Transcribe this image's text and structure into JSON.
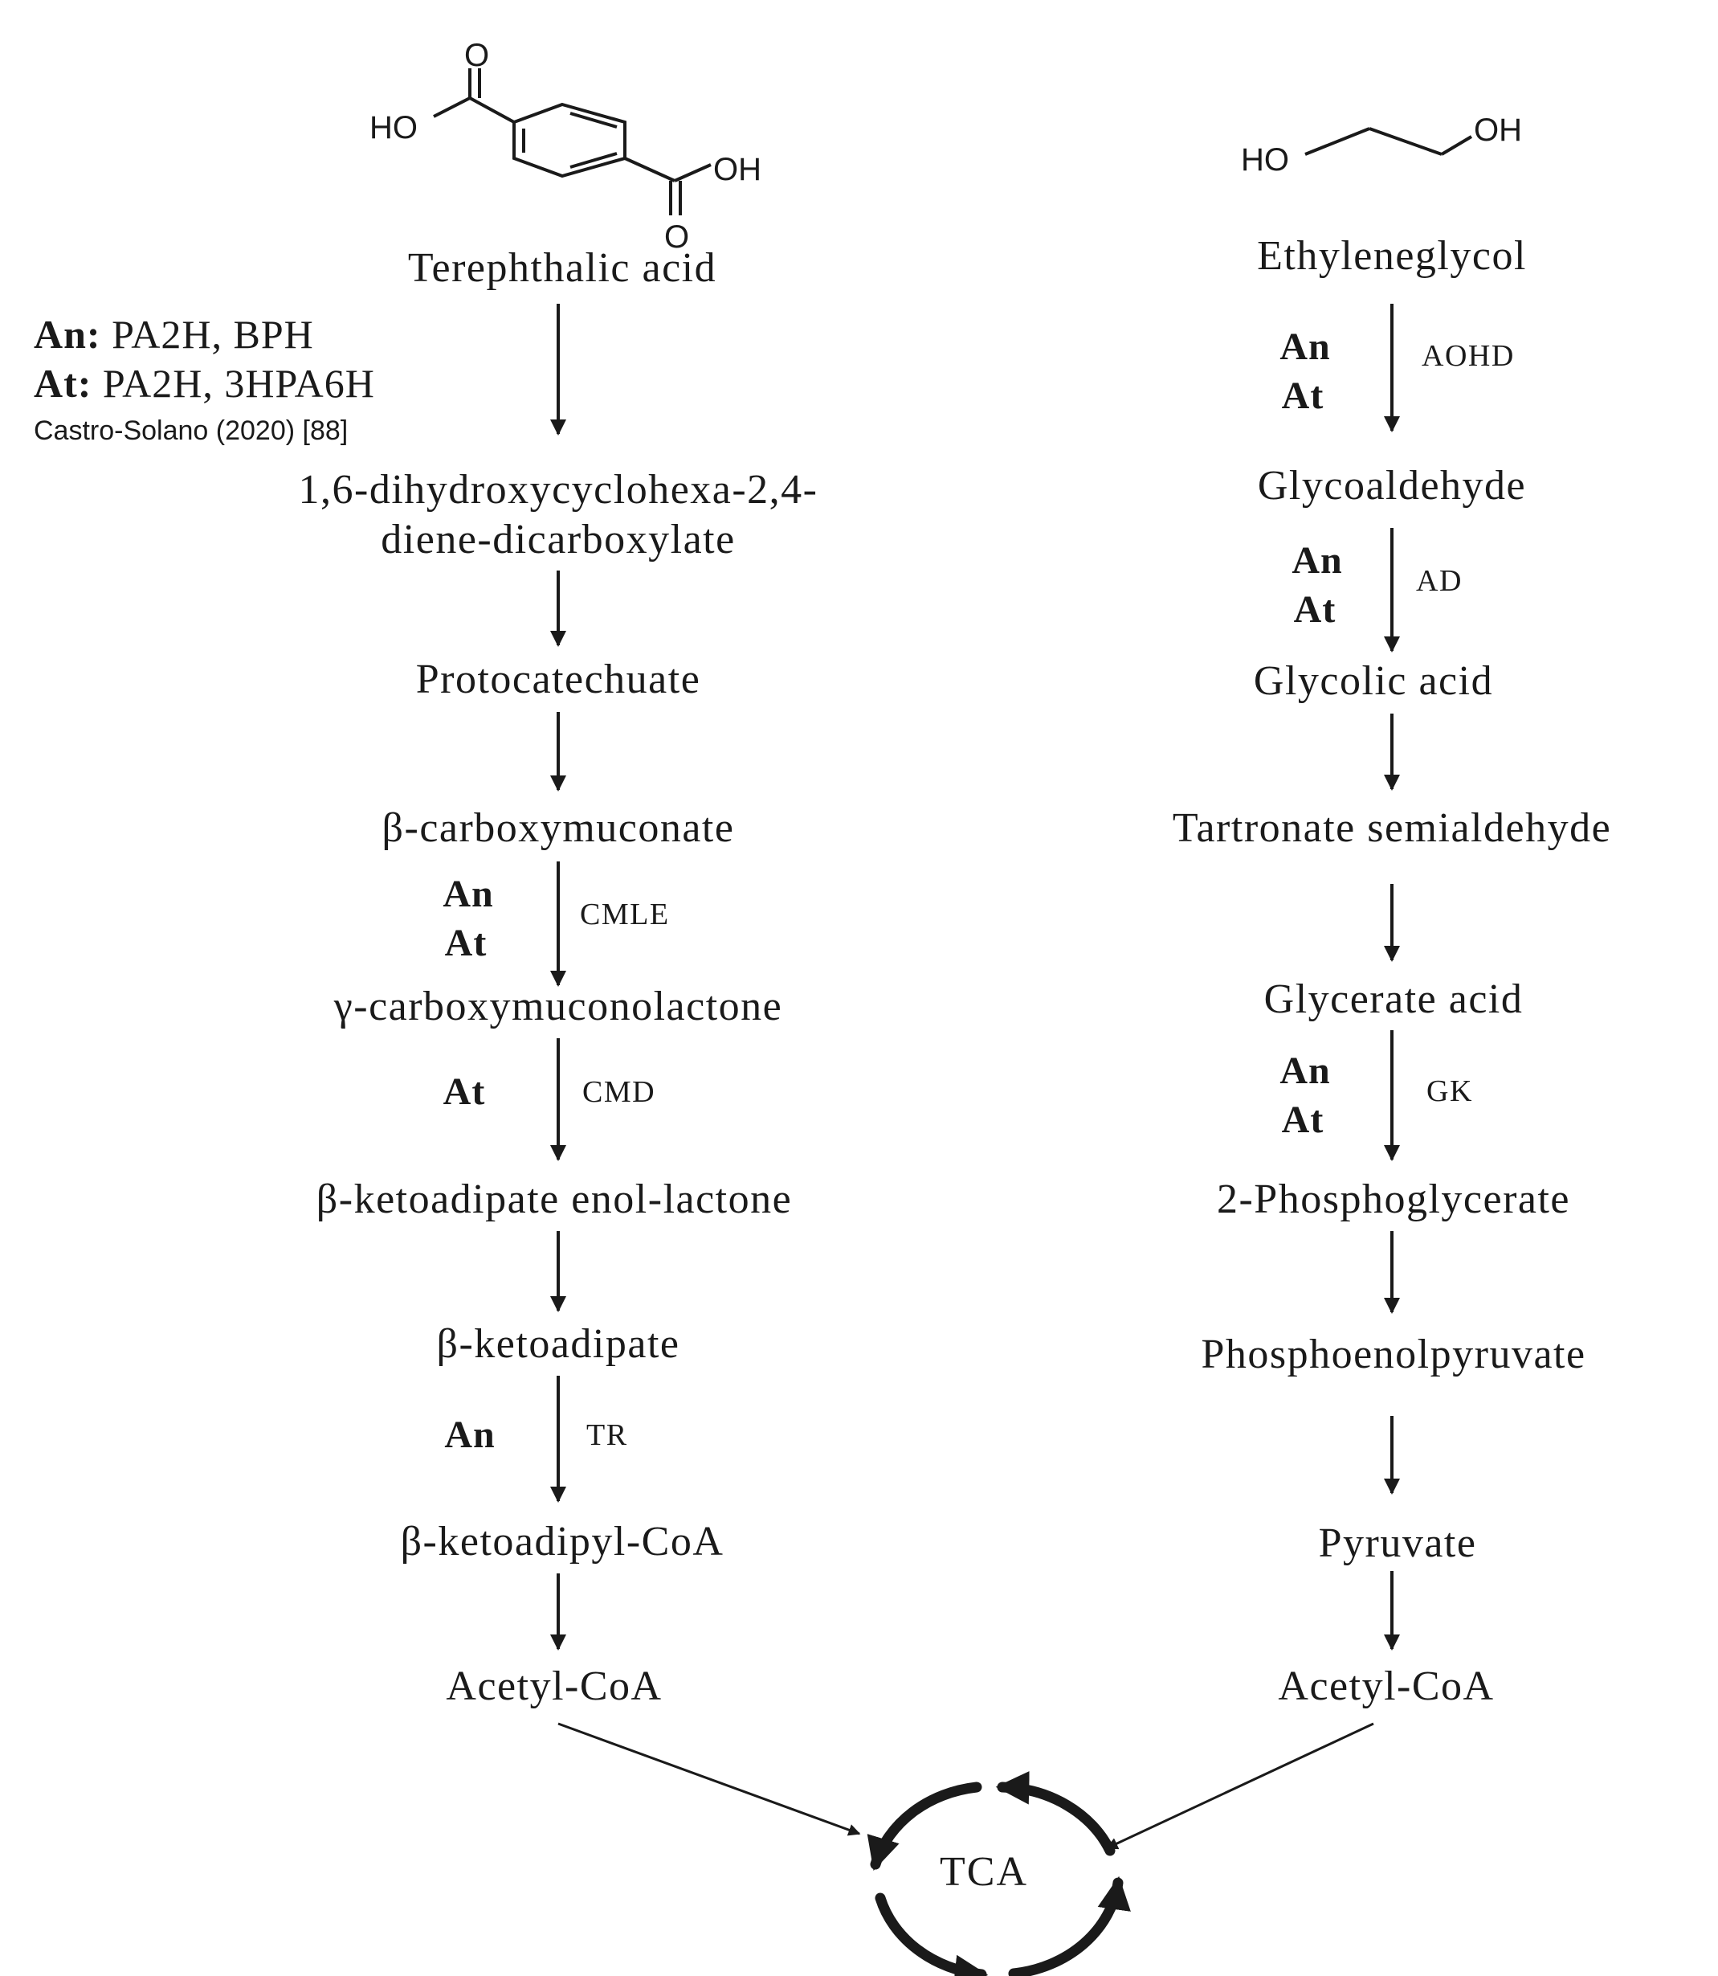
{
  "terephthalic_branch": {
    "structure_labels": {
      "oh_left": "HO",
      "o_top": "O",
      "oh_right": "OH",
      "o_bottom": "O"
    },
    "steps": [
      {
        "compound": "Terephthalic acid"
      },
      {
        "compound_lines": [
          "1,6-dihydroxycyclohexa-2,4-",
          "diene-dicarboxylate"
        ]
      },
      {
        "compound": "Protocatechuate"
      },
      {
        "compound": "β-carboxymuconate"
      },
      {
        "compound": "γ-carboxymuconolactone"
      },
      {
        "compound": "β-ketoadipate enol-lactone"
      },
      {
        "compound": "β-ketoadipate"
      },
      {
        "compound": "β-ketoadipyl-CoA"
      },
      {
        "compound": "Acetyl-CoA"
      }
    ],
    "first_enzymes": {
      "an_label": "An:",
      "an_enzymes": "PA2H, BPH",
      "at_label": "At:",
      "at_enzymes": "PA2H, 3HPA6H",
      "citation": "Castro-Solano (2020) [88]"
    },
    "enzyme_steps": [
      {
        "organisms": [
          "An",
          "At"
        ],
        "enzyme": "CMLE"
      },
      {
        "organisms": [
          "At"
        ],
        "enzyme": "CMD"
      },
      {
        "organisms": [
          "An"
        ],
        "enzyme": "TR"
      }
    ]
  },
  "ethylene_glycol_branch": {
    "structure_labels": {
      "ho": "HO",
      "oh": "OH"
    },
    "steps": [
      {
        "compound": "Ethyleneglycol"
      },
      {
        "compound": "Glycoaldehyde"
      },
      {
        "compound": "Glycolic acid"
      },
      {
        "compound": "Tartronate semialdehyde"
      },
      {
        "compound": "Glycerate acid"
      },
      {
        "compound": "2-Phosphoglycerate"
      },
      {
        "compound": "Phosphoenolpyruvate"
      },
      {
        "compound": "Pyruvate"
      },
      {
        "compound": "Acetyl-CoA"
      }
    ],
    "enzyme_steps": [
      {
        "organisms": [
          "An",
          "At"
        ],
        "enzyme": "AOHD"
      },
      {
        "organisms": [
          "An",
          "At"
        ],
        "enzyme": "AD"
      },
      {
        "organisms": [
          "An",
          "At"
        ],
        "enzyme": "GK"
      }
    ]
  },
  "tca_cycle": {
    "label": "TCA"
  }
}
